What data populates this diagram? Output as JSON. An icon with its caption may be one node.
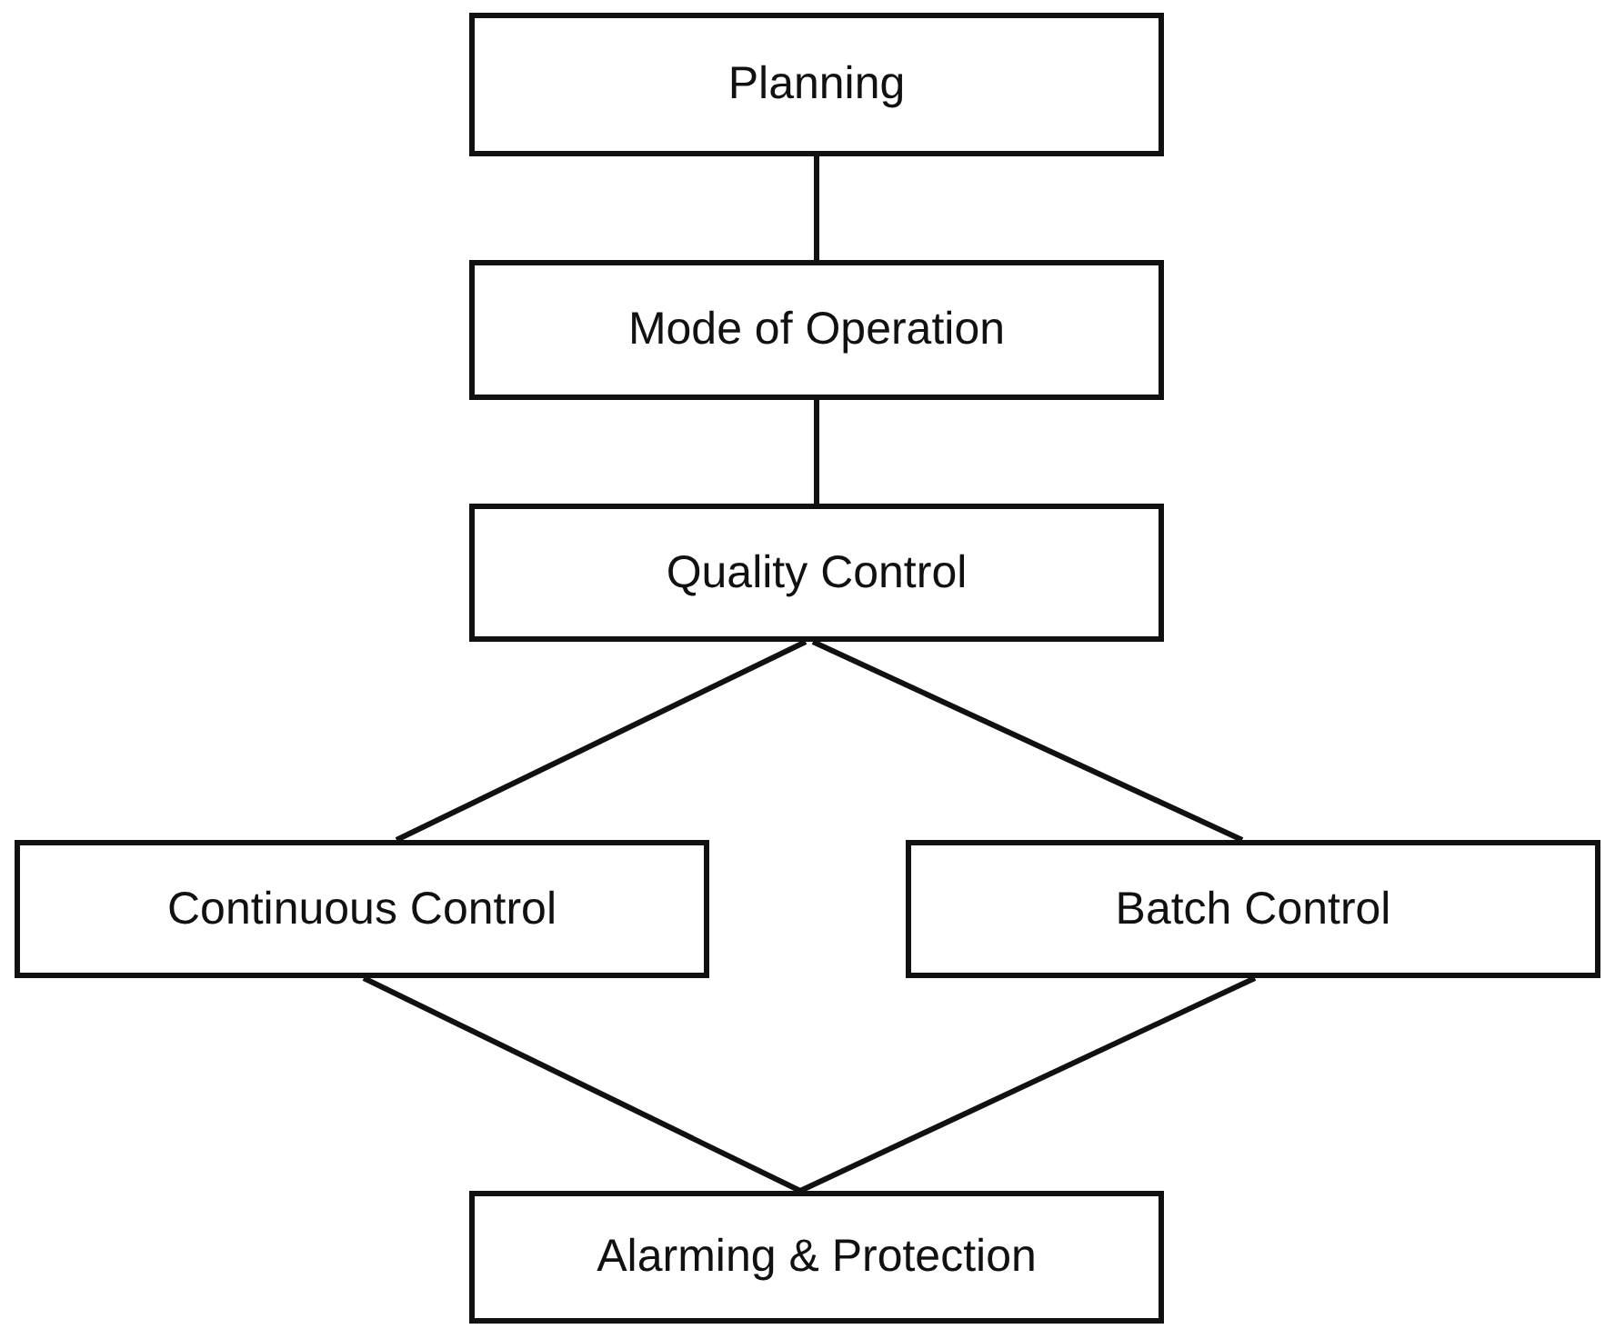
{
  "diagram": {
    "nodes": [
      {
        "text": [
          "Planning"
        ]
      },
      {
        "text": [
          "Mode of Operation"
        ]
      },
      {
        "text": [
          "Quality Control"
        ]
      },
      {
        "text": [
          "Continuous Control"
        ]
      },
      {
        "text": [
          "Batch Control"
        ]
      },
      {
        "text": [
          "Alarming & Protection"
        ]
      }
    ],
    "edges": [
      {
        "from": 0,
        "to": 1,
        "arrow": "none"
      },
      {
        "from": 1,
        "to": 2,
        "arrow": "none"
      },
      {
        "from": 2,
        "to": 3,
        "arrow": "none"
      },
      {
        "from": 2,
        "to": 4,
        "arrow": "none"
      },
      {
        "from": 3,
        "to": 5,
        "arrow": "none"
      },
      {
        "from": 4,
        "to": 5,
        "arrow": "none"
      }
    ]
  }
}
